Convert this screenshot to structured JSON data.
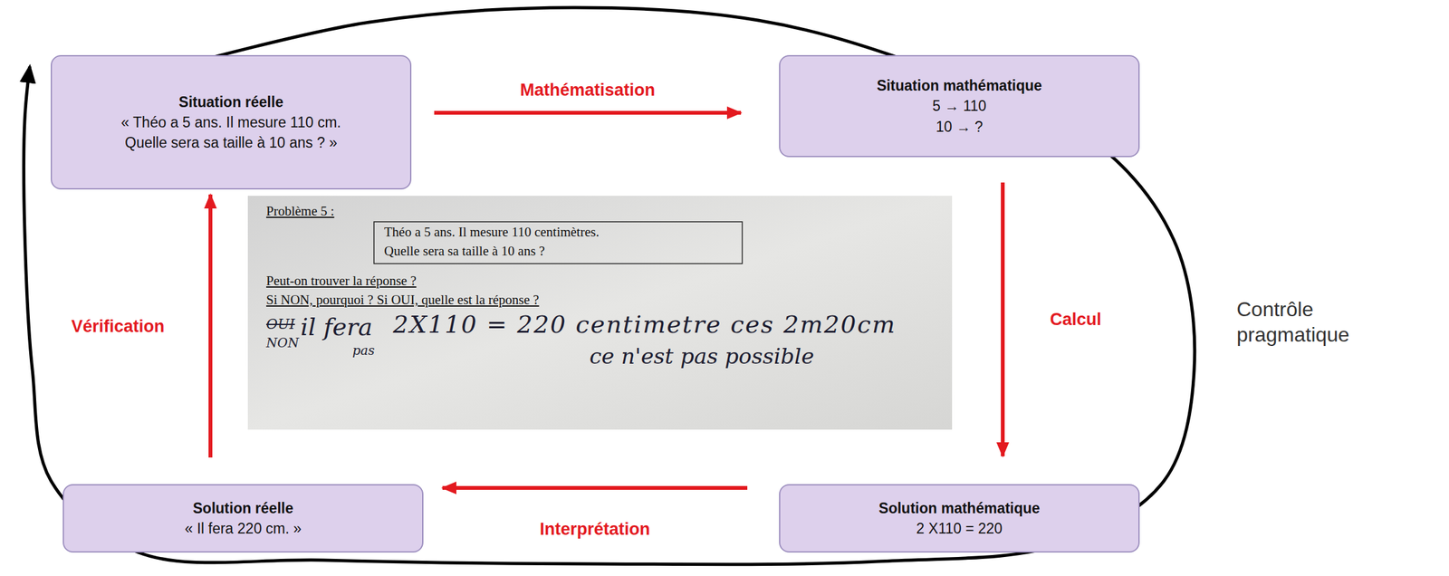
{
  "diagram": {
    "nodes": [
      {
        "text": [
          "Situation réelle",
          "« Théo a 5 ans. Il mesure 110 cm. Quelle sera sa taille à 10 ans ? »"
        ]
      },
      {
        "text": [
          "Situation mathématique",
          "5 → 110",
          "10 → ?"
        ]
      },
      {
        "text": [
          "Solution réelle",
          "« Il fera 220 cm. »"
        ]
      },
      {
        "text": [
          "Solution mathématique",
          "2 X110 = 220"
        ]
      }
    ],
    "edges": [
      {
        "from": 0,
        "to": 1,
        "arrow": "to",
        "label": "Mathématisation"
      },
      {
        "from": 1,
        "to": 3,
        "arrow": "to",
        "label": "Calcul"
      },
      {
        "from": 3,
        "to": 2,
        "arrow": "to",
        "label": "Interprétation"
      },
      {
        "from": 2,
        "to": 0,
        "arrow": "to",
        "label": "Vérification"
      }
    ],
    "labels": [
      "Problème 5 :",
      "Théo a 5 ans. Il mesure 110 centimètres.",
      "Quelle sera sa taille à 10 ans ?",
      "Peut-on trouver la réponse ?",
      "Si NON, pourquoi ? Si OUI, quelle est la réponse ?",
      "OUI",
      "il fera",
      "2X110 = 220 centimetre ces 2m20cm",
      "NON",
      "pas",
      "ce n'est pas possible",
      "Contrôle pragmatique"
    ]
  }
}
